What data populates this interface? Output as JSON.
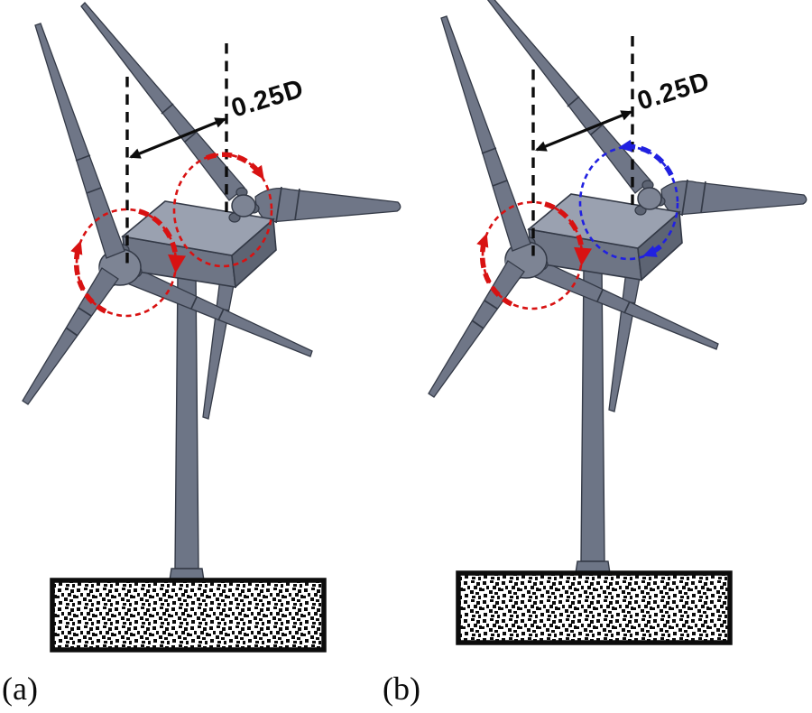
{
  "figure": {
    "panels": [
      {
        "label": "(a)",
        "offset_label": "0.25D",
        "front_rotor_arrow": "red",
        "rear_rotor_arrow": "red"
      },
      {
        "label": "(b)",
        "offset_label": "0.25D",
        "front_rotor_arrow": "red",
        "rear_rotor_arrow": "blue"
      }
    ],
    "colors": {
      "rotation_red": "#d81212",
      "rotation_blue": "#2121e0",
      "annotation": "#0c0c0c",
      "blade_fill": "#6f7687",
      "blade_edge": "#343a47",
      "nacelle_top": "#9aa1b0",
      "nacelle_front": "#6e7585",
      "nacelle_side": "#5d6473",
      "hub_fill": "#7d8494",
      "tower_fill": "#6d7586",
      "background": "#ffffff"
    }
  }
}
